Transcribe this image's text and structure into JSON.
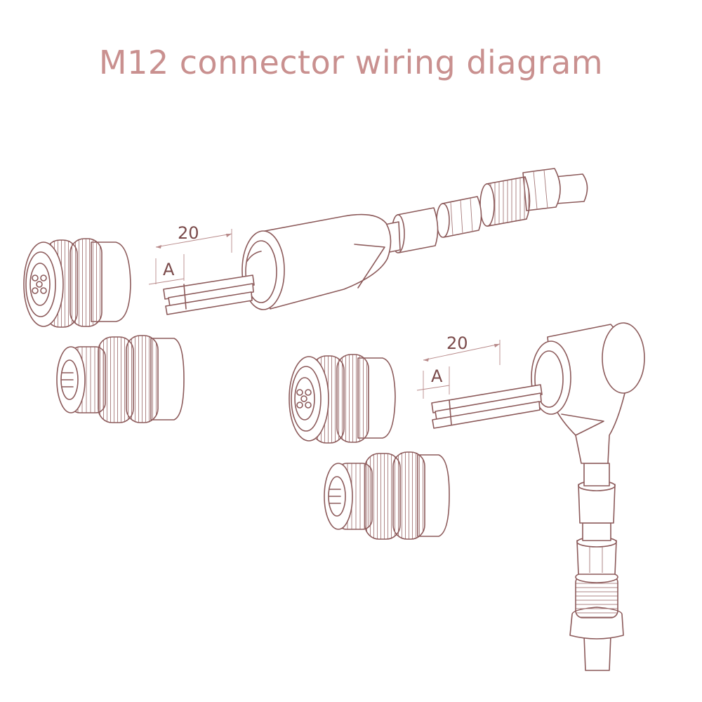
{
  "title": "M12 connector wiring diagram",
  "dimensions": {
    "straight": {
      "length": "20",
      "strip": "A"
    },
    "angled": {
      "length": "20",
      "strip": "A"
    }
  },
  "colors": {
    "title": "#c9908f",
    "line": "#8c5a5a"
  }
}
